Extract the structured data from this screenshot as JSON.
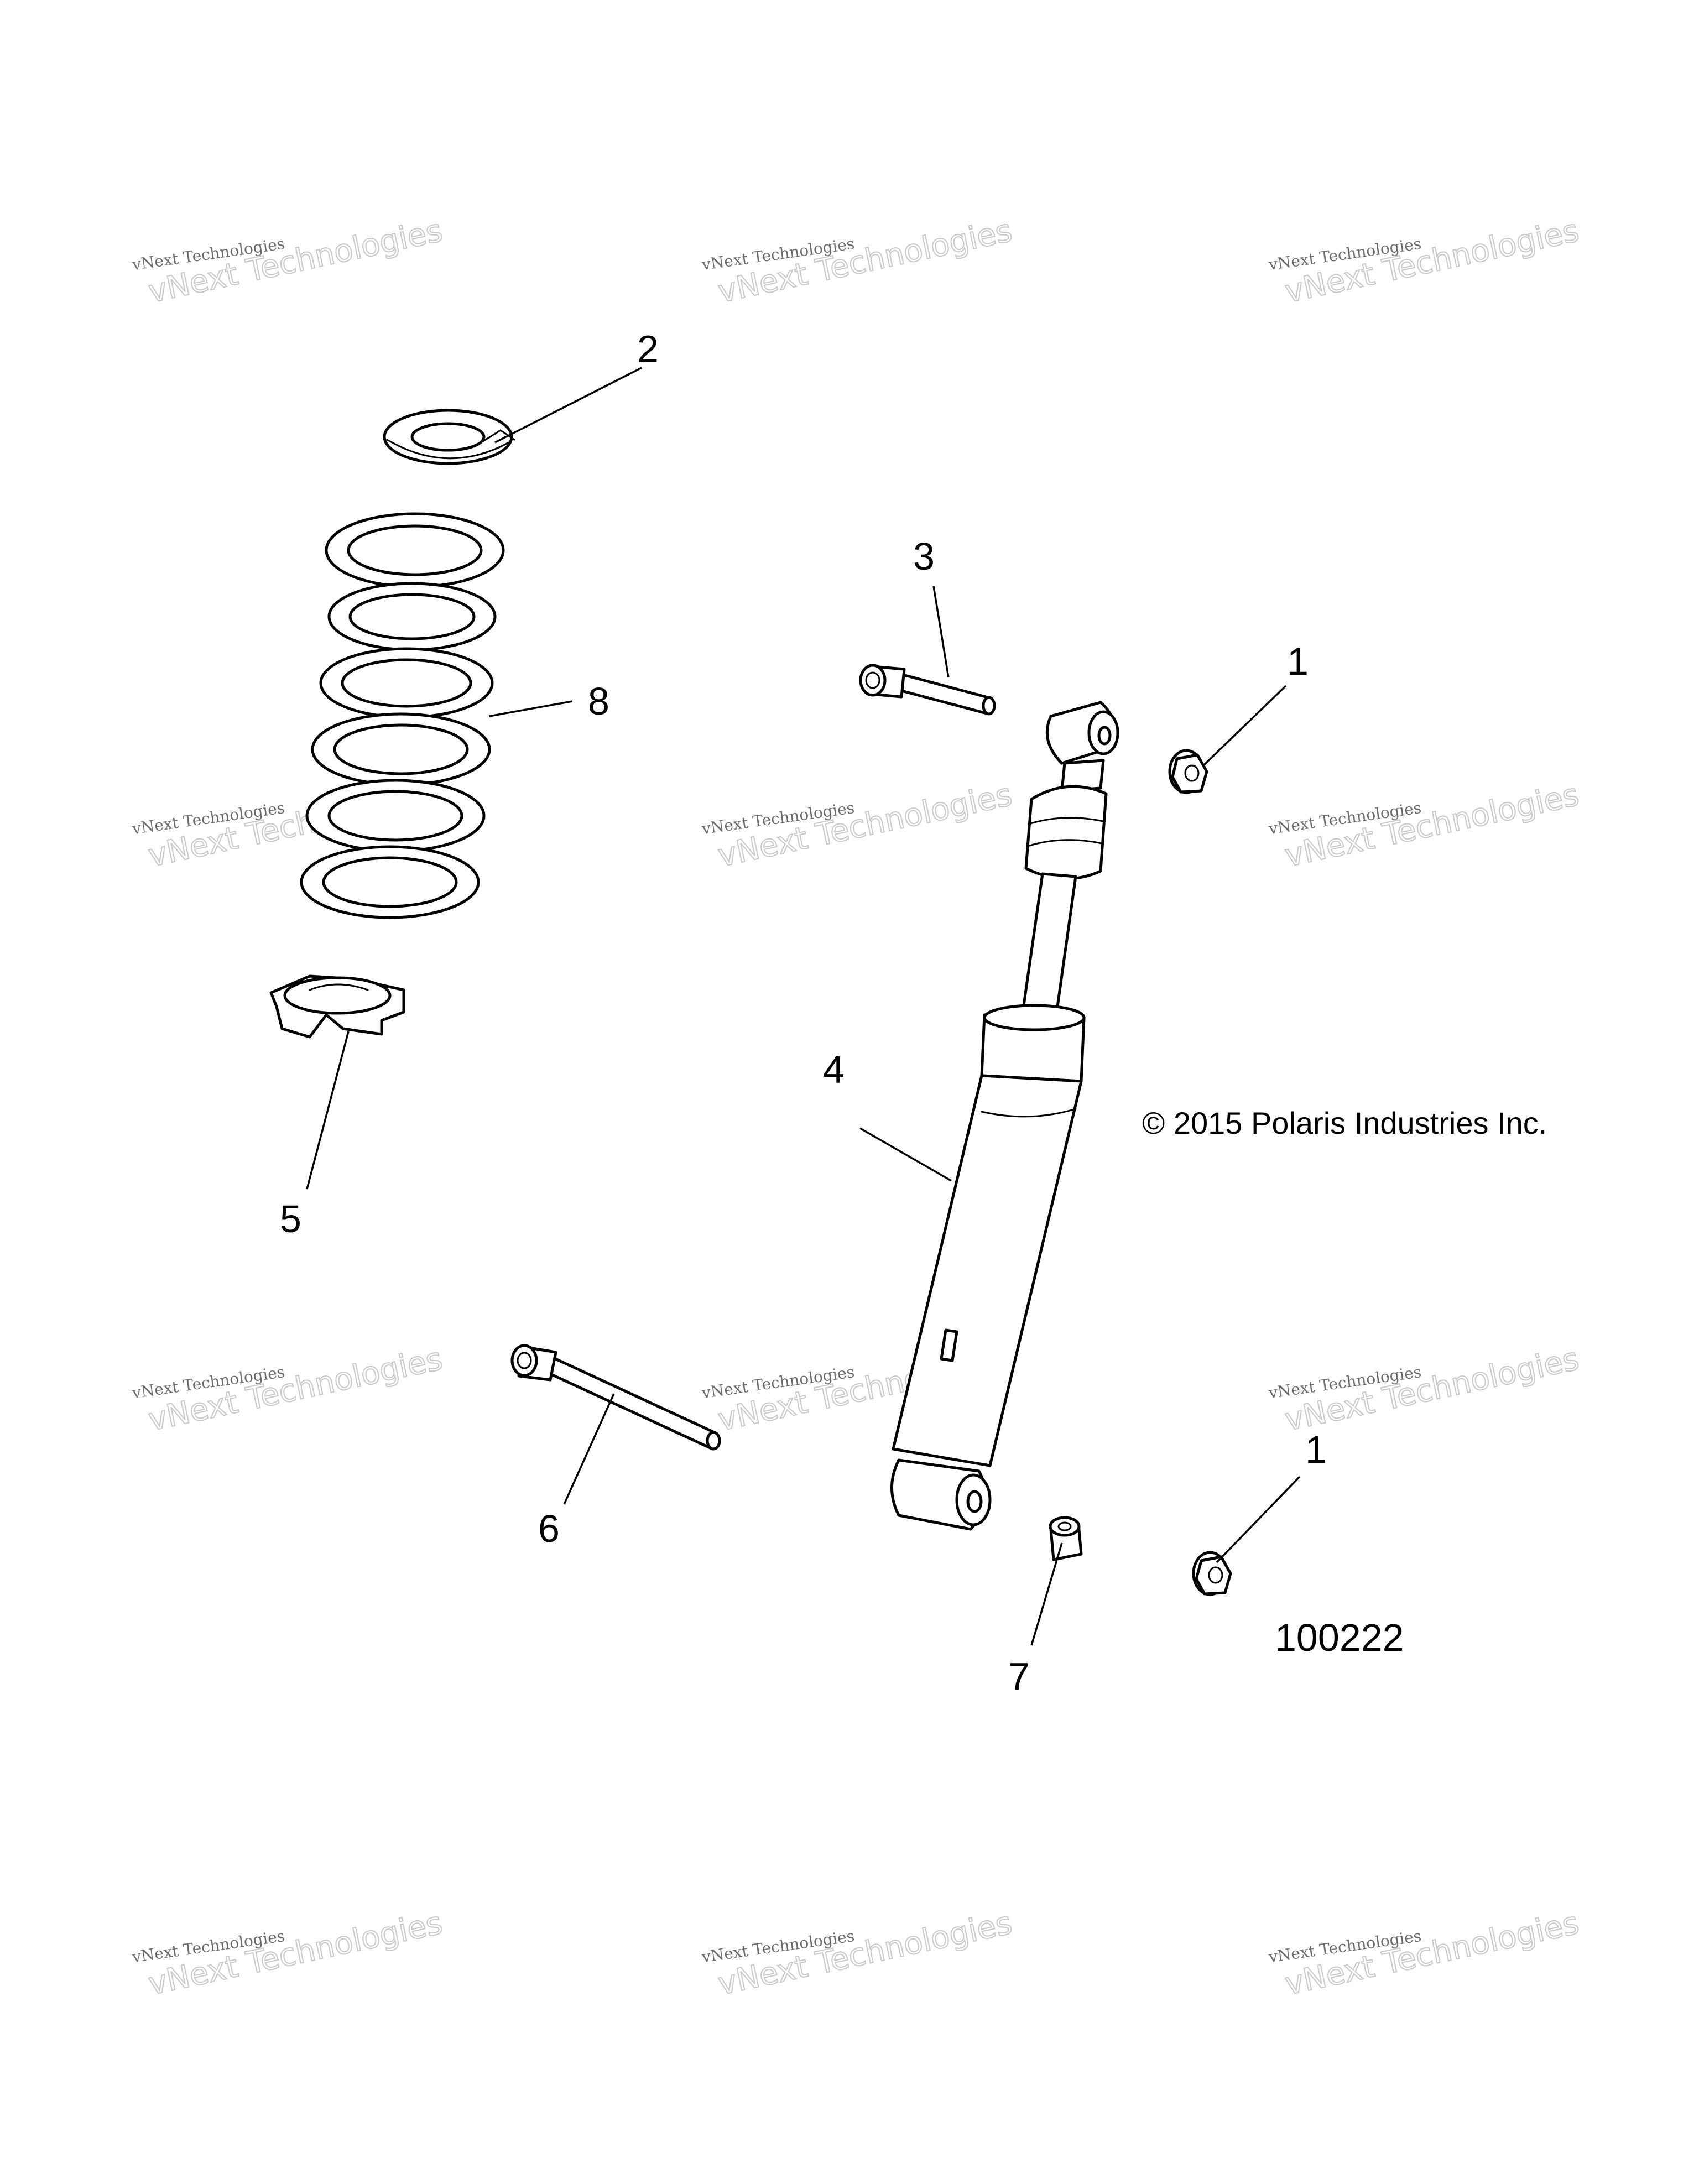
{
  "callouts": {
    "c1a": "1",
    "c1b": "1",
    "c2": "2",
    "c3": "3",
    "c4": "4",
    "c5": "5",
    "c6": "6",
    "c7": "7",
    "c8": "8"
  },
  "copyright": "© 2015 Polaris Industries Inc.",
  "figure_number": "100222",
  "watermark": {
    "small": "vNext Technologies",
    "big": "vNext Technologies"
  }
}
